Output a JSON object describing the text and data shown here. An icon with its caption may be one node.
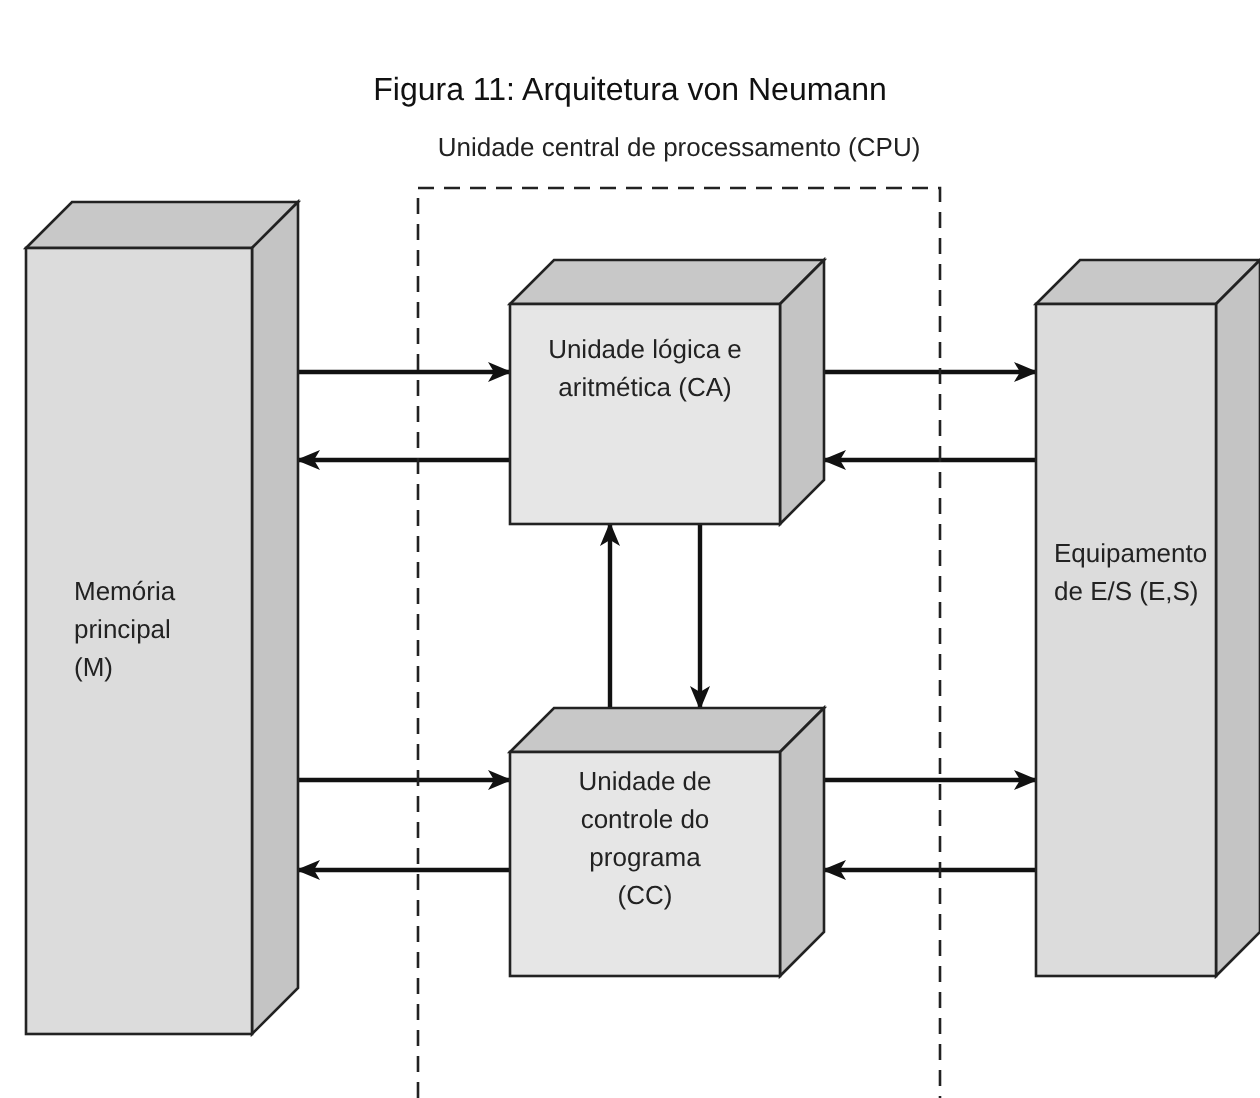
{
  "diagram": {
    "title": "Figura 11: Arquitetura von Neumann",
    "nodes": [
      {
        "text": [
          "Unidade central de processamento (CPU)"
        ]
      },
      {
        "text": [
          "Memória principal (M)"
        ]
      },
      {
        "text": [
          "Unidade lógica e aritmética (CA)"
        ],
        "in": 0
      },
      {
        "text": [
          "Unidade de controle do programa (CC)"
        ],
        "in": 0
      },
      {
        "text": [
          "Equipamento de E/S (E,S)"
        ]
      }
    ],
    "edges": [
      {
        "from": 1,
        "to": 2,
        "arrow": "to"
      },
      {
        "from": 2,
        "to": 1,
        "arrow": "to"
      },
      {
        "from": 2,
        "to": 4,
        "arrow": "to"
      },
      {
        "from": 4,
        "to": 2,
        "arrow": "to"
      },
      {
        "from": 3,
        "to": 2,
        "arrow": "to"
      },
      {
        "from": 2,
        "to": 3,
        "arrow": "to"
      },
      {
        "from": 1,
        "to": 3,
        "arrow": "to"
      },
      {
        "from": 3,
        "to": 1,
        "arrow": "to"
      },
      {
        "from": 3,
        "to": 4,
        "arrow": "to"
      },
      {
        "from": 4,
        "to": 3,
        "arrow": "to"
      }
    ]
  }
}
